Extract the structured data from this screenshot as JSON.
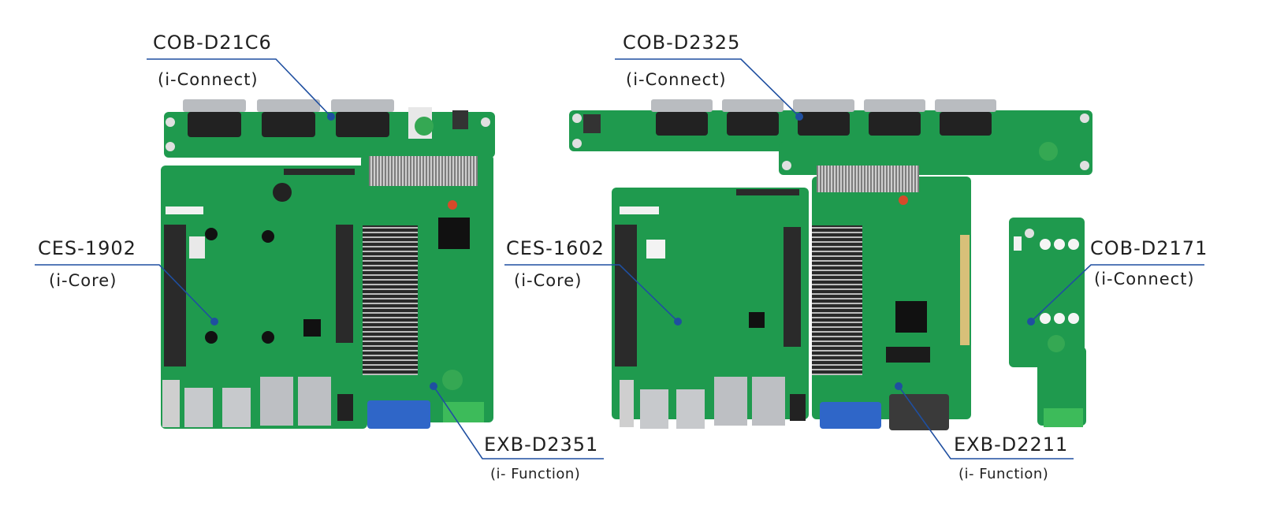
{
  "colors": {
    "background": "#ffffff",
    "pcb_green": "#1f9a4e",
    "pcb_dark": "#187a3d",
    "leader_line": "#1f4fa0",
    "connector_black": "#222222",
    "metal": "#b9bcc0"
  },
  "callouts": {
    "cob_d21c6": {
      "name": "COB-D21C6",
      "type": "(i-Connect)"
    },
    "cob_d2325": {
      "name": "COB-D2325",
      "type": "(i-Connect)"
    },
    "ces_1902": {
      "name": "CES-1902",
      "type": "(i-Core)"
    },
    "ces_1602": {
      "name": "CES-1602",
      "type": "(i-Core)"
    },
    "cob_d2171": {
      "name": "COB-D2171",
      "type": "(i-Connect)"
    },
    "exb_d2351": {
      "name": "EXB-D2351",
      "type": "(i- Function)"
    },
    "exb_d2211": {
      "name": "EXB-D2211",
      "type": "(i- Function)"
    }
  }
}
